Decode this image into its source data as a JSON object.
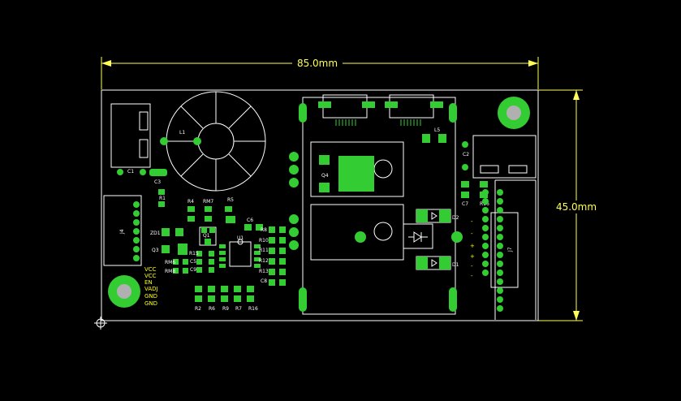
{
  "dimensions": {
    "width_label": "85.0mm",
    "height_label": "45.0mm"
  },
  "colors": {
    "background": "#000000",
    "silkscreen": "#ffffff",
    "pad": "#33cc33",
    "pad_center": "#b0b0b0",
    "dimension": "#ffff55",
    "net_text": "#ffff00"
  },
  "components": {
    "l1": "L1",
    "l5": "L5",
    "q4": "Q4",
    "c1": "C1",
    "c2": "C2",
    "c3": "C3",
    "c5": "C5",
    "c6": "C6",
    "c7": "C7",
    "c8": "C8",
    "c9": "C9",
    "r1": "R1",
    "r4": "R4",
    "rm7": "RM7",
    "r5": "R5",
    "zd1": "ZD1",
    "q3": "Q3",
    "q1": "Q1",
    "u1": "U1",
    "r15": "R15",
    "rm6": "RM6",
    "rm8": "RM8",
    "r11": "R11",
    "r10": "R10",
    "r12": "R12",
    "r13": "R13",
    "r8": "R8",
    "r2": "R2",
    "r6": "R6",
    "r7": "R7",
    "r9": "R9",
    "r16": "R16",
    "d1": "D1",
    "d2": "D2",
    "j4": "J4",
    "j7": "J7"
  },
  "net_labels": [
    "VCC",
    "VCC",
    "EN",
    "VADJ",
    "GND",
    "GND"
  ],
  "polarity_marks": [
    "-",
    "-",
    "+",
    "+",
    "-",
    "-"
  ]
}
